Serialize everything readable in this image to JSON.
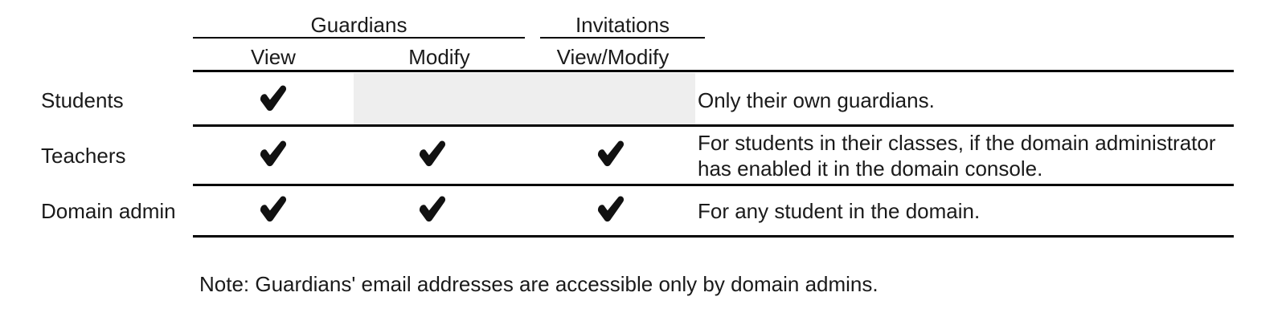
{
  "table": {
    "column_groups": [
      {
        "label": "Guardians"
      },
      {
        "label": "Invitations"
      }
    ],
    "columns": [
      {
        "label": "View"
      },
      {
        "label": "Modify"
      },
      {
        "label": "View/Modify"
      }
    ],
    "rows": [
      {
        "label": "Students",
        "view": "check",
        "modify": "disabled",
        "invitations": "disabled",
        "description": "Only their own guardians."
      },
      {
        "label": "Teachers",
        "view": "check",
        "modify": "check",
        "invitations": "check",
        "description": "For students in their classes, if the domain administrator has enabled it in the domain console."
      },
      {
        "label": "Domain admin",
        "view": "check",
        "modify": "check",
        "invitations": "check",
        "description": "For any student in the domain."
      }
    ],
    "check_glyph_name": "check-mark-icon",
    "note": "Note: Guardians' email addresses are accessible only by domain admins."
  },
  "colors": {
    "text": "#1a1a1a",
    "rule": "#000000",
    "shaded_cell": "#eeeeee",
    "background": "#ffffff"
  }
}
